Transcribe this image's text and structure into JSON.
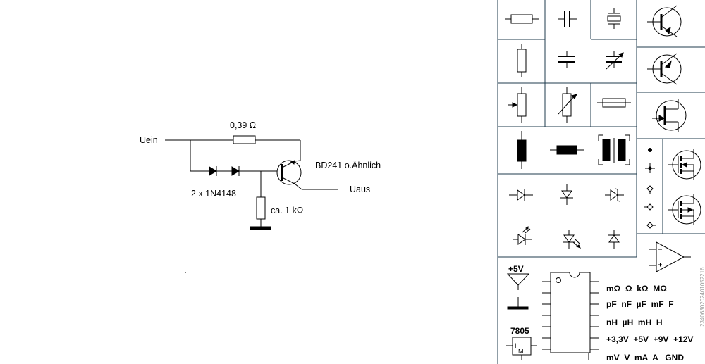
{
  "circuit": {
    "input_label": "Uein",
    "output_label": "Uaus",
    "resistor_top_label": "0,39 Ω",
    "transistor_label": "BD241 o.Ähnlich",
    "diodes_label": "2 x 1N4148",
    "resistor_bottom_label": "ca. 1 kΩ"
  },
  "palette": {
    "symbols": [
      "resistor-horizontal-icon",
      "capacitor-vertical-plates-icon",
      "crystal-icon",
      "npn-transistor-icon",
      "resistor-vertical-icon",
      "capacitor-horizontal-plates-icon",
      "variable-capacitor-icon",
      "pnp-transistor-icon",
      "potentiometer-icon",
      "trimmer-resistor-icon",
      "fuse-icon",
      "jfet-icon",
      "inductor-icon",
      "inductor-horizontal-icon",
      "transformer-icon",
      "dot-junction-icon",
      "cross-junction-icon",
      "terminal-icon",
      "terminal-icon",
      "terminal-icon",
      "nmos-fet-icon",
      "pmos-fet-icon",
      "diode-icon",
      "diode-vertical-icon",
      "zener-diode-icon",
      "photodiode-icon",
      "led-icon",
      "zener-vertical-icon",
      "opamp-icon",
      "supply-5v-icon",
      "ground-bar-icon",
      "ic-dip-icon",
      "regulator-icon"
    ],
    "supply_label": "+5V",
    "regulator_label": "7805",
    "regulator_pin_left": "I",
    "regulator_pin_mid": "M",
    "unit_rows": [
      "mΩ  Ω  kΩ  MΩ",
      "pF  nF  µF  mF  F",
      "nH  µH  mH  H",
      "+3,3V  +5V  +9V  +12V",
      "mV  V  mA  A   GND"
    ],
    "watermark": "2340630202401052216"
  }
}
